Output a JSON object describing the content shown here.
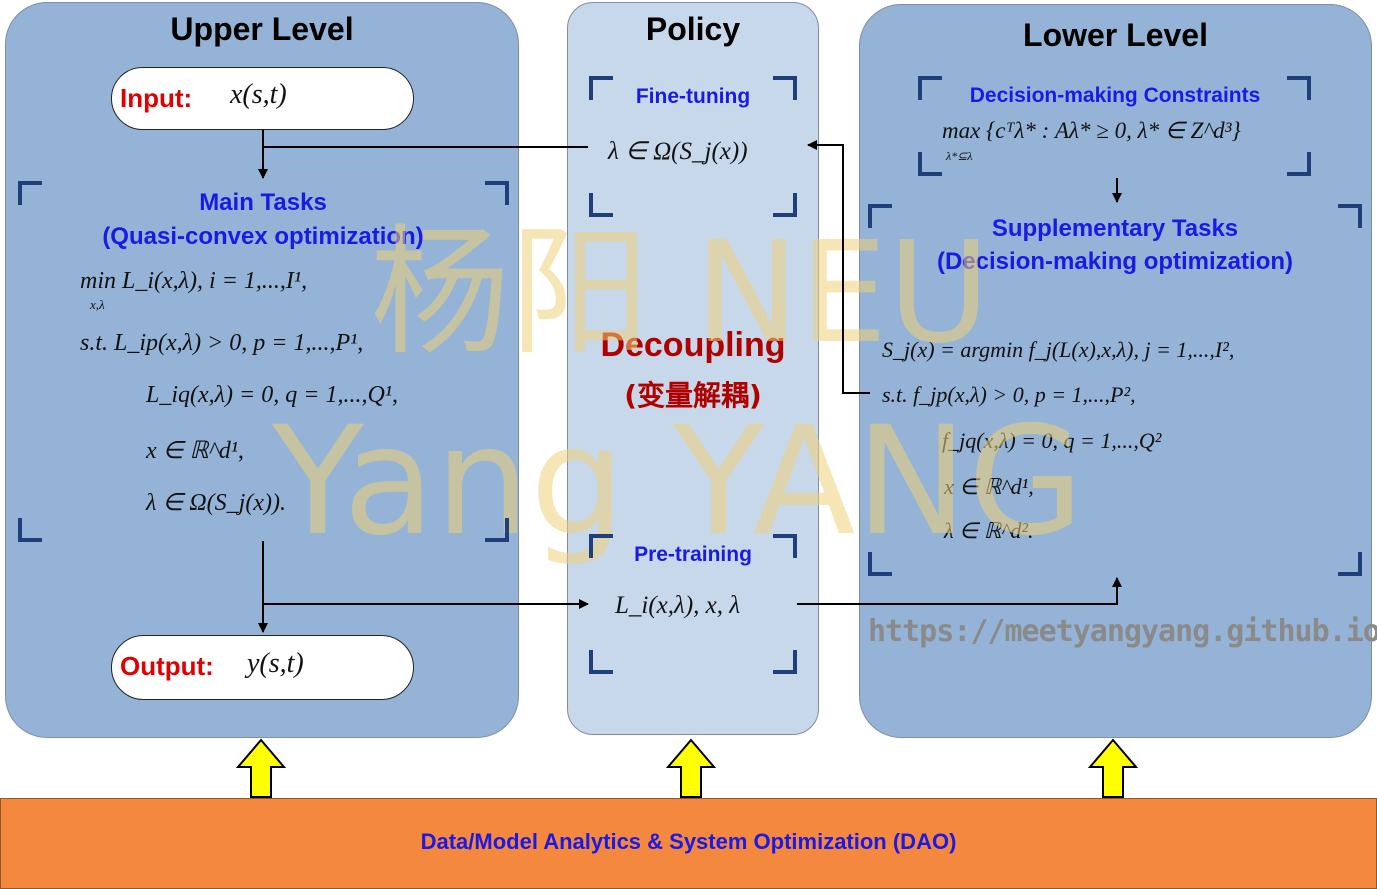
{
  "upper": {
    "title": "Upper Level",
    "input_label": "Input:",
    "input_expr": "x(s,t)",
    "tasks_title": "Main Tasks",
    "tasks_subtitle": "(Quasi-convex optimization)",
    "lines": [
      "min L_i(x,λ), i = 1,...,I¹,",
      "x,λ",
      "s.t.   L_ip(x,λ) > 0, p = 1,...,P¹,",
      "L_iq(x,λ) = 0, q = 1,...,Q¹,",
      "x ∈ ℝ^d¹,",
      "λ ∈ Ω(S_j(x))."
    ],
    "output_label": "Output:",
    "output_expr": "y(s,t)"
  },
  "policy": {
    "title": "Policy",
    "finetune_label": "Fine-tuning",
    "finetune_expr": "λ ∈ Ω(S_j(x))",
    "decoupling": "Decoupling",
    "decoupling_cn": "(变量解耦)",
    "pretrain_label": "Pre-training",
    "pretrain_expr": "L_i(x,λ), x, λ"
  },
  "lower": {
    "title": "Lower Level",
    "constraints_title": "Decision-making Constraints",
    "constraints_expr": "max {cᵀλ* : Aλ* ≥ 0, λ* ∈ Z^d³}",
    "constraints_sub": "λ*⊆λ",
    "tasks_title": "Supplementary Tasks",
    "tasks_subtitle": "(Decision-making optimization)",
    "lines": [
      "S_j(x) = argmin  f_j(L(x),x,λ), j = 1,...,I²,",
      "s.t.   f_jp(x,λ) > 0, p = 1,...,P²,",
      "f_jq(x,λ) = 0, q = 1,...,Q²",
      "x ∈ ℝ^d¹,",
      "λ ∈ ℝ^d²."
    ],
    "url": "https://meetyangyang.github.io/"
  },
  "watermark": {
    "line1": "杨阳 NEU",
    "line2": "Yang YANG"
  },
  "bottom_bar": "Data/Model Analytics & System Optimization (DAO)",
  "colors": {
    "panel": "#94b3d6",
    "policy_panel": "#c7d8ea",
    "bar": "#f5883f",
    "blue_text": "#1a1ae6",
    "red_text": "#e00000",
    "arrow_fill": "#ffff00"
  }
}
